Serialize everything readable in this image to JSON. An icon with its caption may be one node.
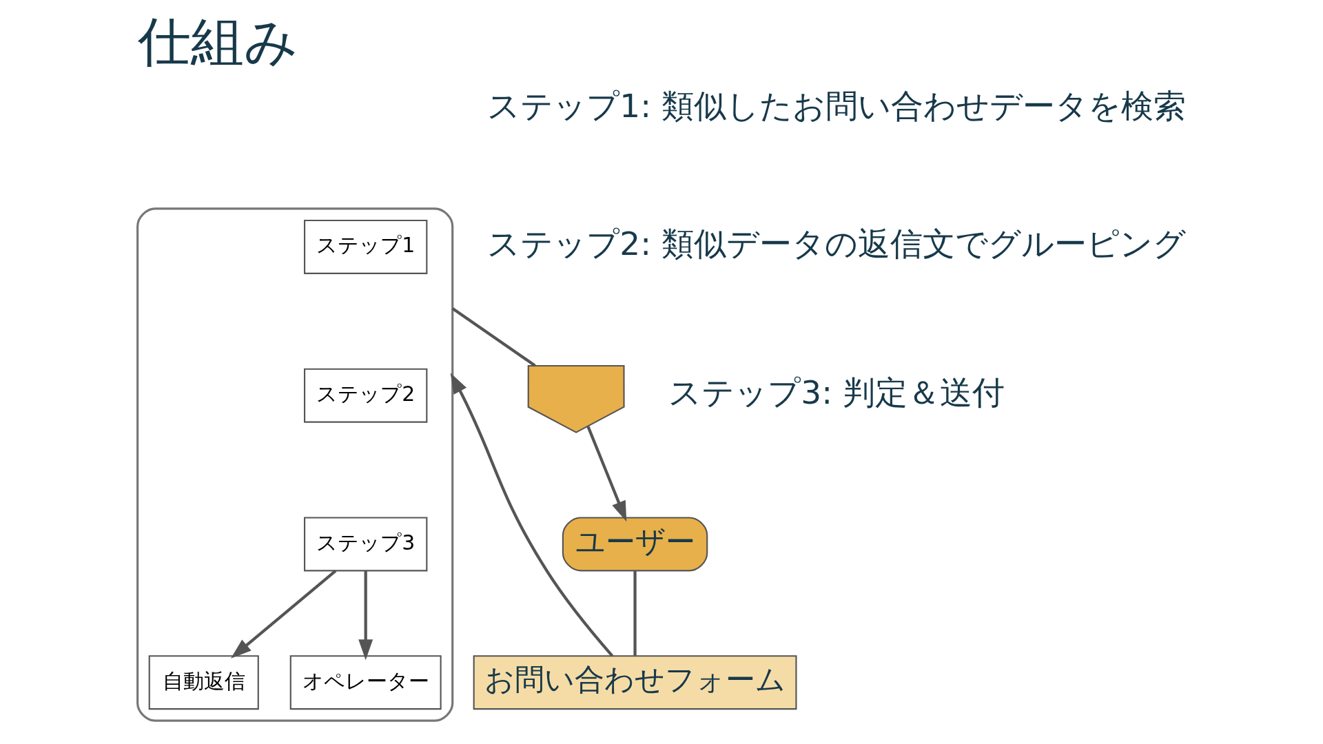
{
  "diagram": {
    "title": "仕組み",
    "nodes": [
      {
        "text": [
          "ユーザー"
        ]
      },
      {
        "text": [
          "お問い合わせフォーム"
        ]
      },
      {
        "text": [],
        "shape": "box"
      },
      {
        "text": [
          "ステップ1"
        ],
        "in": 2
      },
      {
        "text": [
          "ステップ2"
        ],
        "in": 2
      },
      {
        "text": [
          "ステップ3"
        ],
        "in": 2
      },
      {
        "text": [
          "自動返信"
        ],
        "in": 2
      },
      {
        "text": [
          "オペレーター"
        ],
        "in": 2
      },
      {
        "text": [],
        "shape": "envelope"
      }
    ],
    "edges": [
      {
        "from": 0,
        "to": 1,
        "arrow": "none"
      },
      {
        "from": 1,
        "to": 2,
        "arrow": "to"
      },
      {
        "from": 5,
        "to": 6,
        "arrow": "to"
      },
      {
        "from": 5,
        "to": 7,
        "arrow": "to"
      },
      {
        "from": 2,
        "to": 8,
        "arrow": "none"
      },
      {
        "from": 8,
        "to": 0,
        "arrow": "to"
      }
    ],
    "labels": [
      "ステップ1: 類似したお問い合わせデータを検索",
      "ステップ2: 類似データの返信文でグルーピング",
      "ステップ3: 判定＆送付"
    ]
  }
}
